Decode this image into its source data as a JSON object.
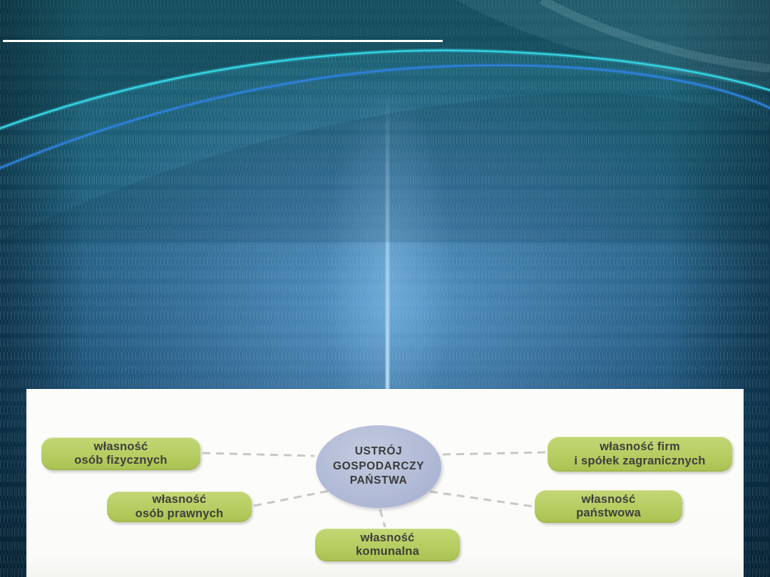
{
  "theme": {
    "background_teal_top": "#1a6272",
    "background_teal_bottom": "#0a2b3e",
    "center_glow_blue": "#5c9acc",
    "wave_cyan": "#35d3e2",
    "wave_blue": "#2f80d8",
    "underline_color": "#ffffff",
    "texture_dash_color": "#c8e4f0"
  },
  "diagram": {
    "panel_background": "#fbfbf9",
    "connector_color": "#c7c7c3",
    "node_fill": "#b6cd62",
    "node_text_color": "#3f3f3c",
    "center_node": {
      "label": "USTRÓJ\nGOSPODARCZY\nPAŃSTWA",
      "fill": "#b2bbd7",
      "text_color": "#3a3a3a"
    },
    "nodes": [
      {
        "id": "wlasnosc-osob-fizycznych",
        "label": "własność\nosób fizycznych"
      },
      {
        "id": "wlasnosc-osob-prawnych",
        "label": "własność\nosób prawnych"
      },
      {
        "id": "wlasnosc-komunalna",
        "label": "własność\nkomunalna"
      },
      {
        "id": "wlasnosc-firm-i-spolek-zagranicznych",
        "label": "własność firm\ni spółek zagranicznych"
      },
      {
        "id": "wlasnosc-panstwowa",
        "label": "własność\npaństwowa"
      }
    ]
  }
}
